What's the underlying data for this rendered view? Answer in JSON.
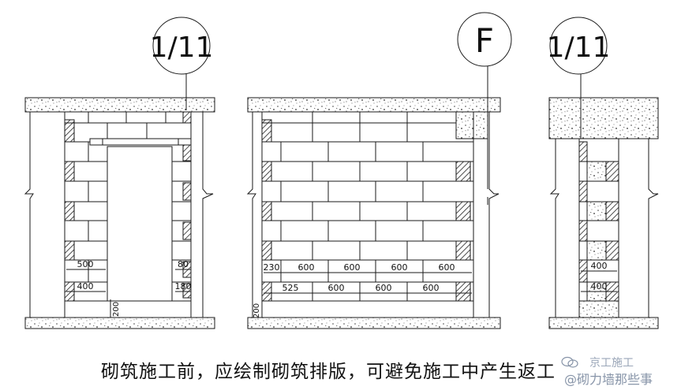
{
  "axes": {
    "left": "1/11",
    "middle": "F",
    "right": "1/11"
  },
  "left_panel": {
    "upper_dims": [
      "500",
      "80"
    ],
    "lower_dims": [
      "400",
      "180"
    ],
    "base_dim": "200"
  },
  "middle_panel": {
    "upper_dims": [
      "230",
      "600",
      "600",
      "600",
      "600"
    ],
    "lower_dims": [
      "525",
      "600",
      "600",
      "600"
    ],
    "base_dim": "200"
  },
  "right_panel": {
    "upper_dims": [
      "400"
    ],
    "lower_dims": [
      "400"
    ]
  },
  "caption": "砌筑施工前，应绘制砌筑排版，可避免施工中产生返工",
  "watermark": {
    "line1": "京工施工",
    "line2": "@砌力墙那些事"
  },
  "colors": {
    "line": "#1a1a1a",
    "watermark": "#8794a8"
  }
}
